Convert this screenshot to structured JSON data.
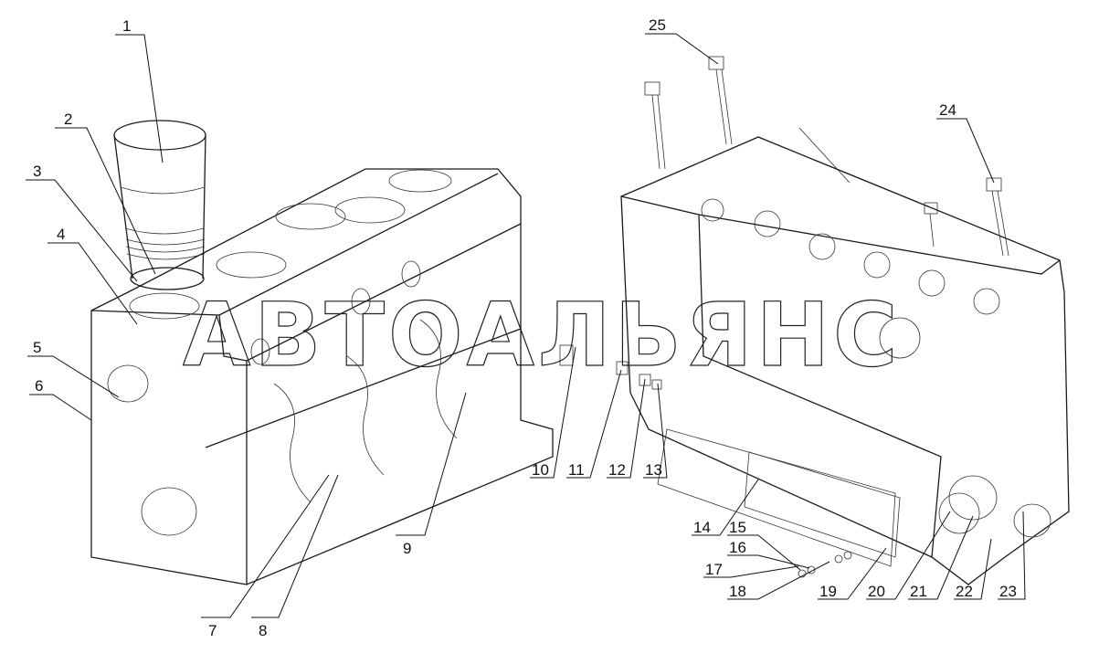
{
  "watermark": "АВТОАЛЬЯНС",
  "callouts": [
    "1",
    "2",
    "3",
    "4",
    "5",
    "6",
    "7",
    "8",
    "9",
    "10",
    "11",
    "12",
    "13",
    "14",
    "15",
    "16",
    "17",
    "18",
    "19",
    "20",
    "21",
    "22",
    "23",
    "24",
    "25"
  ]
}
